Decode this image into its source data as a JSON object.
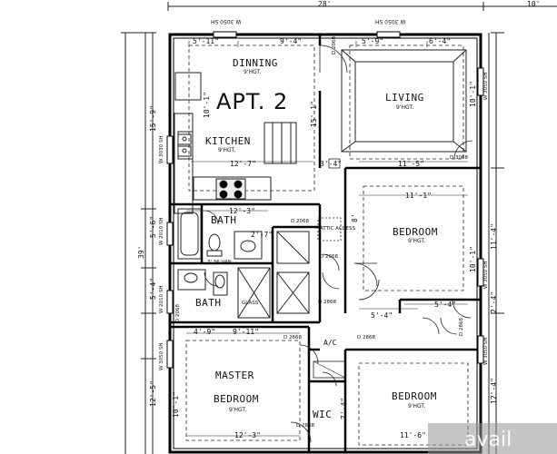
{
  "plan": {
    "title": "APT. 2",
    "top_dims": [
      "28'",
      "10'"
    ],
    "rooms": {
      "dinning": {
        "name": "DINNING",
        "height": "9'HGT."
      },
      "living": {
        "name": "LIVING",
        "height": "9'HGT."
      },
      "kitchen": {
        "name": "KITCHEN",
        "height": "9'HGT."
      },
      "bedroom_right_upper": {
        "name": "BEDROOM",
        "height": "9'HGT."
      },
      "bath_upper": {
        "name": "BATH"
      },
      "bath_lower": {
        "name": "BATH"
      },
      "master": {
        "name": "MASTER",
        "name2": "BEDROOM",
        "height": "9'HGT."
      },
      "bedroom_right_lower": {
        "name": "BEDROOM",
        "height": "9'HGT."
      },
      "wic": {
        "name": "WIC"
      },
      "ac": {
        "name": "A/C"
      }
    },
    "dims_h": [
      "5'-11\"",
      "9'-4\"",
      "5'-9\"",
      "6'-4\"",
      "12'-7\"",
      "3'-4\"",
      "11'-5\"",
      "11'-1\"",
      "12'-3\"",
      "2'-7\"",
      "5'-4\"",
      "5'-4\"",
      "4'-9\"",
      "9'-11\"",
      "12'-3\"",
      "11'-6\""
    ],
    "dims_v": [
      "39'",
      "15'-9\"",
      "10'-1\"",
      "15'-1\"",
      "5'-6\"",
      "5'-4\"",
      "12'-5\"",
      "10'-1\"",
      "2'-4\"",
      "12'-4\"",
      "10'-1\"",
      "11'-4\"",
      "10'-1\"",
      "8'",
      "7'-4\""
    ],
    "doors": [
      "D 2068",
      "D 3068",
      "D 2668",
      "D 2868",
      "D 2868",
      "D 2668",
      "D 2668",
      "D 2068",
      "D 2068",
      "D 2868"
    ],
    "windows_v": [
      "W 3030 SH",
      "W 2010 SH",
      "W 2010 SH",
      "W 3050 SH",
      "W 3050 SH",
      "W 3050 SH",
      "W 3050 SH"
    ],
    "windows_top": [
      "W 3050 SH",
      "W 3050 SH"
    ],
    "attic": "ATTIC ACCESS",
    "glass": "GLASS",
    "vanity": "3' 36 VAN",
    "watermark": "avail"
  }
}
